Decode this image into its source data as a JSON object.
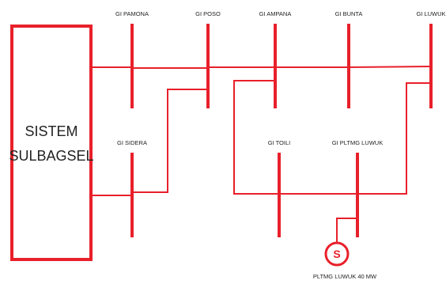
{
  "system_label": {
    "line1": "SISTEM",
    "line2": "SULBAGSEL"
  },
  "buses": {
    "pamona": "GI PAMONA",
    "poso": "GI POSO",
    "ampana": "GI AMPANA",
    "bunta": "GI BUNTA",
    "luwuk": "GI LUWUK",
    "sidera": "GI SIDERA",
    "toili": "GI TOILI",
    "pltmg_luwuk": "GI PLTMG LUWUK"
  },
  "generator": {
    "symbol": "S",
    "label": "PLTMG LUWUK 40 MW"
  },
  "colors": {
    "line": "#e8202a",
    "text": "#222222",
    "background": "#ffffff"
  }
}
